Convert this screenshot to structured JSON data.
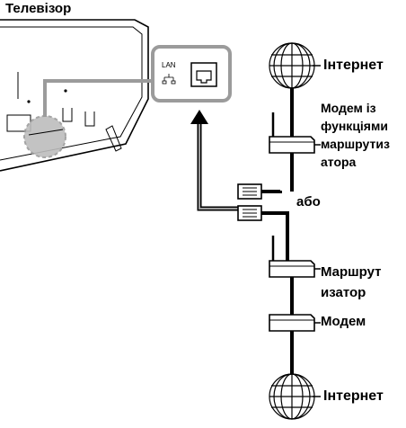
{
  "tv_label": "Телевізор",
  "lan_label": "LAN",
  "internet_top": "Інтернет",
  "modem_router_label": "Модем із функціями маршрутиз атора",
  "or_label": "або",
  "router_label": "Маршрут изатор",
  "modem_label": "Модем",
  "internet_bottom": "Інтернет",
  "colors": {
    "cable": "#000000",
    "highlight": "#9b9b9b",
    "accent_circle": "#bdbdbd"
  }
}
